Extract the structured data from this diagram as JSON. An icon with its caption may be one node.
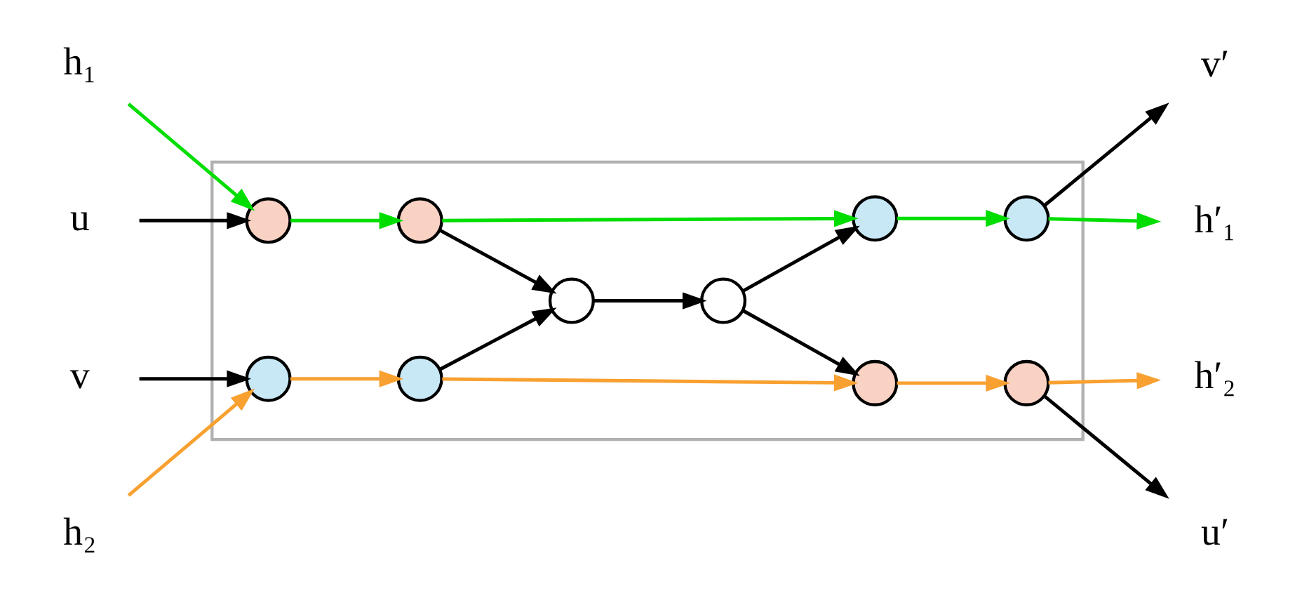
{
  "diagram": {
    "nodes": [
      {
        "text": [],
        "shape": "box"
      },
      {
        "text": [
          "h₁"
        ]
      },
      {
        "text": [
          "u"
        ]
      },
      {
        "text": [
          "v"
        ]
      },
      {
        "text": [
          "h₂"
        ]
      },
      {
        "text": [],
        "shape": "circle",
        "in": 0
      },
      {
        "text": [],
        "shape": "circle",
        "in": 0
      },
      {
        "text": [],
        "shape": "circle",
        "in": 0
      },
      {
        "text": [],
        "shape": "circle",
        "in": 0
      },
      {
        "text": [],
        "shape": "circle",
        "in": 0
      },
      {
        "text": [],
        "shape": "circle",
        "in": 0
      },
      {
        "text": [],
        "shape": "circle",
        "in": 0
      },
      {
        "text": [],
        "shape": "circle",
        "in": 0
      },
      {
        "text": [],
        "shape": "circle",
        "in": 0
      },
      {
        "text": [],
        "shape": "circle",
        "in": 0
      },
      {
        "text": [
          "h′₂"
        ]
      },
      {
        "text": [
          "u′"
        ]
      },
      {
        "text": [
          "v′"
        ]
      },
      {
        "text": [
          "h′₁"
        ]
      }
    ],
    "edges": [
      {
        "from": 1,
        "to": 5,
        "arrow": "to",
        "color": "#00dd00"
      },
      {
        "from": 2,
        "to": 5,
        "arrow": "to"
      },
      {
        "from": 5,
        "to": 7,
        "arrow": "to",
        "color": "#00dd00"
      },
      {
        "from": 7,
        "to": 9,
        "arrow": "to"
      },
      {
        "from": 7,
        "to": 12,
        "arrow": "to",
        "color": "#00dd00"
      },
      {
        "from": 3,
        "to": 6,
        "arrow": "to"
      },
      {
        "from": 4,
        "to": 6,
        "arrow": "to",
        "color": "#f8a030"
      },
      {
        "from": 6,
        "to": 8,
        "arrow": "to",
        "color": "#f8a030"
      },
      {
        "from": 8,
        "to": 9,
        "arrow": "to"
      },
      {
        "from": 8,
        "to": 11,
        "arrow": "to",
        "color": "#f8a030"
      },
      {
        "from": 9,
        "to": 10,
        "arrow": "to"
      },
      {
        "from": 10,
        "to": 11,
        "arrow": "to"
      },
      {
        "from": 10,
        "to": 12,
        "arrow": "to"
      },
      {
        "from": 11,
        "to": 13,
        "arrow": "to",
        "color": "#f8a030"
      },
      {
        "from": 13,
        "to": 15,
        "arrow": "to",
        "color": "#f8a030"
      },
      {
        "from": 13,
        "to": 16,
        "arrow": "to"
      },
      {
        "from": 12,
        "to": 14,
        "arrow": "to",
        "color": "#00dd00"
      },
      {
        "from": 14,
        "to": 17,
        "arrow": "to"
      },
      {
        "from": 14,
        "to": 18,
        "arrow": "to",
        "color": "#00dd00"
      }
    ]
  }
}
